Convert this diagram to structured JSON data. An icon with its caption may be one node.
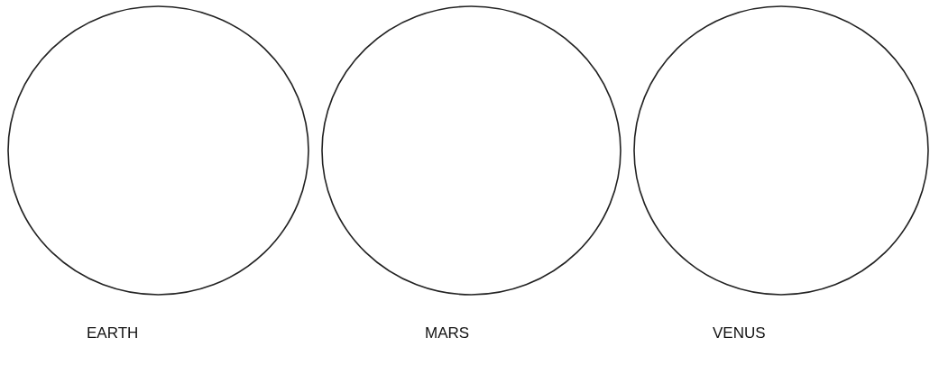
{
  "diagram": {
    "nodes": [
      {
        "text": [],
        "shape": "circle",
        "beside": [
          "EARTH"
        ]
      },
      {
        "text": [],
        "shape": "circle",
        "beside": [
          "MARS"
        ]
      },
      {
        "text": [],
        "shape": "circle",
        "beside": [
          "VENUS"
        ]
      }
    ]
  }
}
